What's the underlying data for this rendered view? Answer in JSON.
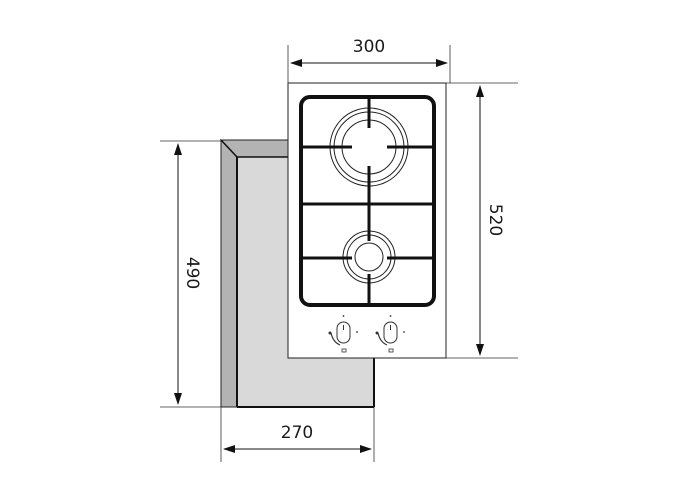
{
  "diagram": {
    "subject": "Two-burner gas hob with cut-out dimensions",
    "dimensions": {
      "hob_width": "300",
      "hob_depth": "520",
      "cutout_width": "270",
      "cutout_depth": "490"
    },
    "units": "mm",
    "burners": [
      {
        "name": "large-burner",
        "position": "top"
      },
      {
        "name": "small-burner",
        "position": "bottom"
      }
    ],
    "knobs": [
      {
        "name": "knob-left",
        "symbol": "rear-burner"
      },
      {
        "name": "knob-right",
        "symbol": "front-burner"
      }
    ],
    "colors": {
      "line": "#1a1a1a",
      "cutout_face": "#d9d9d9",
      "cutout_side": "#b3b3b3",
      "hob_surface": "#ffffff"
    }
  }
}
